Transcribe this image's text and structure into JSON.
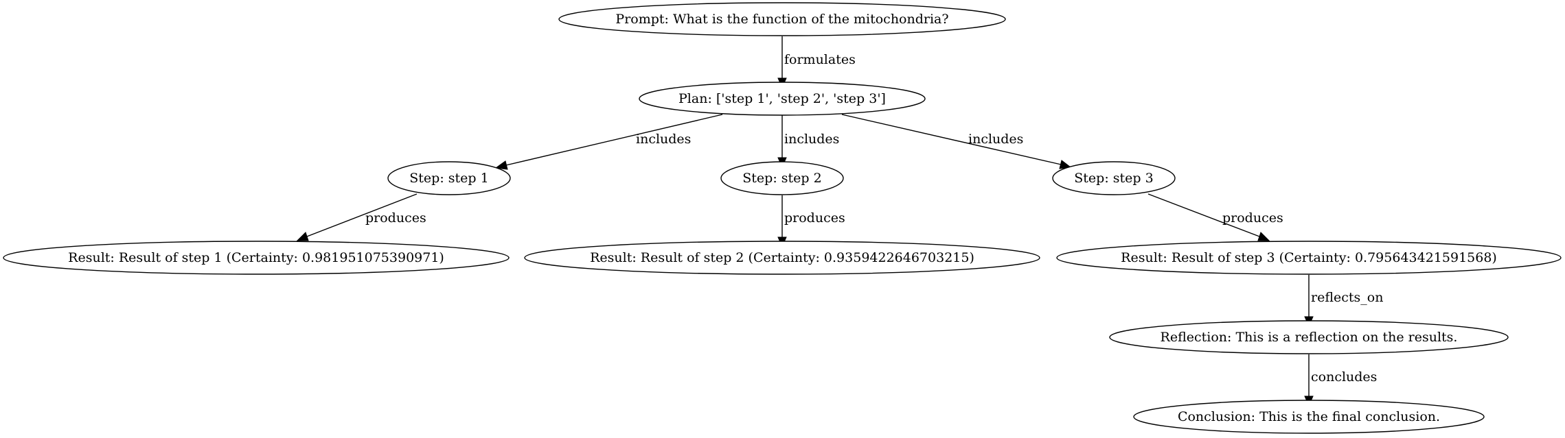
{
  "nodes": {
    "prompt": "Prompt: What is the function of the mitochondria?",
    "plan": "Plan: ['step 1', 'step 2', 'step 3']",
    "step1": "Step: step 1",
    "step2": "Step: step 2",
    "step3": "Step: step 3",
    "result1": "Result: Result of step 1 (Certainty: 0.981951075390971)",
    "result2": "Result: Result of step 2 (Certainty: 0.9359422646703215)",
    "result3": "Result: Result of step 3 (Certainty: 0.795643421591568)",
    "reflection": "Reflection: This is a reflection on the results.",
    "conclusion": "Conclusion: This is the final conclusion."
  },
  "edges": {
    "prompt_plan": "formulates",
    "plan_step1": "includes",
    "plan_step2": "includes",
    "plan_step3": "includes",
    "step1_result1": "produces",
    "step2_result2": "produces",
    "step3_result3": "produces",
    "result3_reflection": "reflects_on",
    "reflection_conclusion": "concludes"
  }
}
